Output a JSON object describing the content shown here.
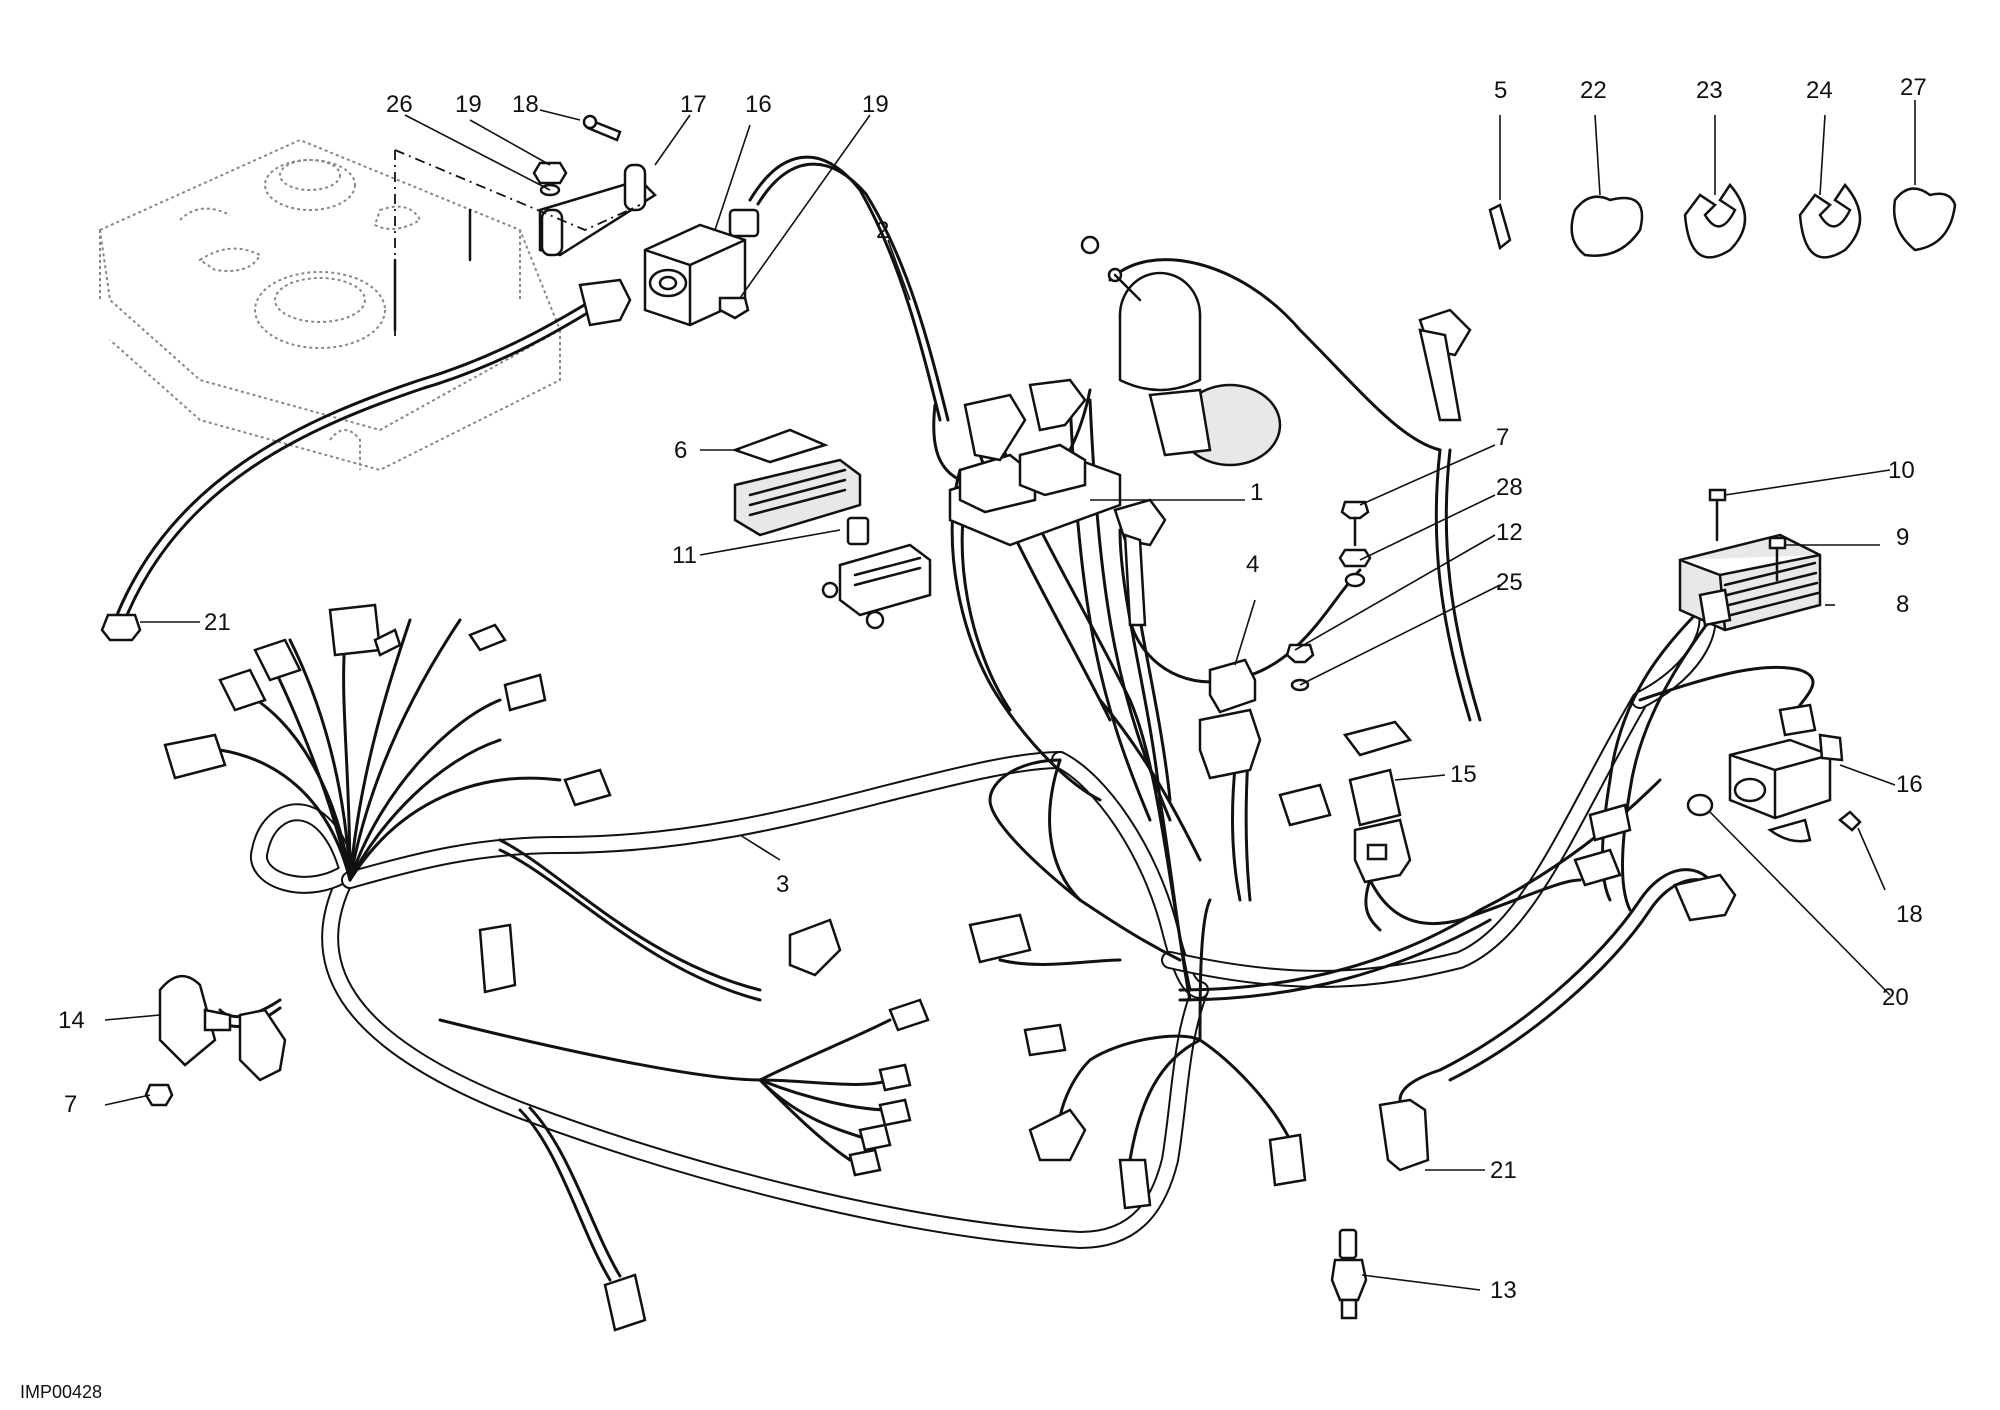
{
  "diagram": {
    "reference_code": "IMP00428",
    "callouts": [
      {
        "id": "c1",
        "label": "1"
      },
      {
        "id": "c2",
        "label": "2"
      },
      {
        "id": "c3",
        "label": "3"
      },
      {
        "id": "c4",
        "label": "4"
      },
      {
        "id": "c5",
        "label": "5"
      },
      {
        "id": "c6",
        "label": "6"
      },
      {
        "id": "c7a",
        "label": "7"
      },
      {
        "id": "c7b",
        "label": "7"
      },
      {
        "id": "c8",
        "label": "8"
      },
      {
        "id": "c9",
        "label": "9"
      },
      {
        "id": "c10",
        "label": "10"
      },
      {
        "id": "c11",
        "label": "11"
      },
      {
        "id": "c12",
        "label": "12"
      },
      {
        "id": "c13",
        "label": "13"
      },
      {
        "id": "c14",
        "label": "14"
      },
      {
        "id": "c15",
        "label": "15"
      },
      {
        "id": "c16a",
        "label": "16"
      },
      {
        "id": "c16b",
        "label": "16"
      },
      {
        "id": "c17",
        "label": "17"
      },
      {
        "id": "c18a",
        "label": "18"
      },
      {
        "id": "c18b",
        "label": "18"
      },
      {
        "id": "c19a",
        "label": "19"
      },
      {
        "id": "c19b",
        "label": "19"
      },
      {
        "id": "c20",
        "label": "20"
      },
      {
        "id": "c21a",
        "label": "21"
      },
      {
        "id": "c21b",
        "label": "21"
      },
      {
        "id": "c22",
        "label": "22"
      },
      {
        "id": "c23",
        "label": "23"
      },
      {
        "id": "c24",
        "label": "24"
      },
      {
        "id": "c25",
        "label": "25"
      },
      {
        "id": "c26",
        "label": "26"
      },
      {
        "id": "c27",
        "label": "27"
      },
      {
        "id": "c28",
        "label": "28"
      }
    ]
  }
}
